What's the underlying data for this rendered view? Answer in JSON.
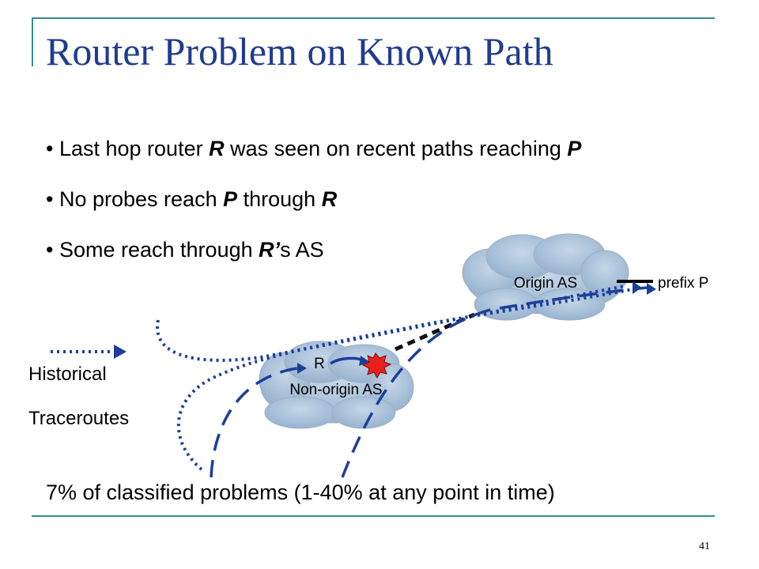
{
  "slide": {
    "title": "Router Problem on Known Path",
    "bullets": [
      {
        "pre": "Last hop router ",
        "em": "R",
        "mid": " was seen on recent paths reaching ",
        "em2": "P"
      },
      {
        "pre": "No probes reach ",
        "em": "P",
        "mid": " through ",
        "em2": "R"
      },
      {
        "pre": "Some reach through ",
        "em": "R’",
        "mid": "s AS",
        "em2": ""
      }
    ],
    "legend": {
      "line1": "Historical",
      "line2": "Traceroutes"
    },
    "summary": "7% of classified problems (1-40% at any point in time)",
    "page_number": "41"
  },
  "diagram": {
    "origin_as": "Origin AS",
    "prefix": "prefix P",
    "router": "R",
    "non_origin_as": "Non-origin AS"
  },
  "colors": {
    "title": "#1f3c8f",
    "accent_rule": "#2f8f8f",
    "path": "#1b3f9a",
    "cloud_fill": "#a9c2da",
    "failure": "#e8211d"
  }
}
